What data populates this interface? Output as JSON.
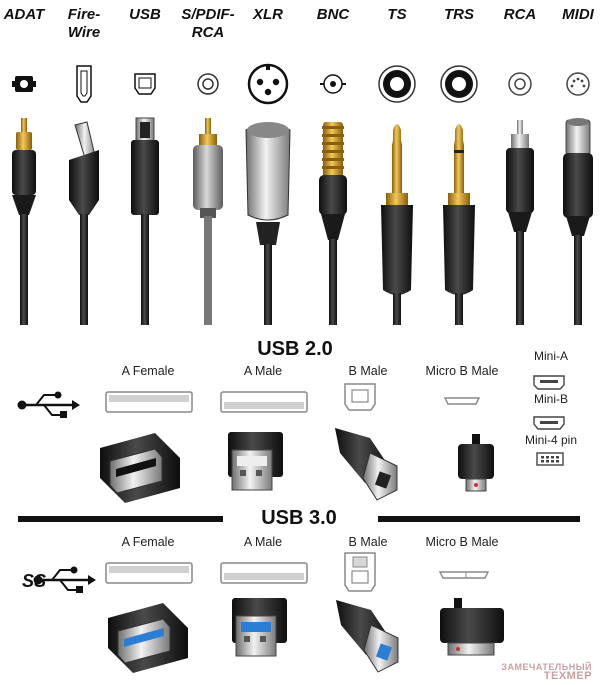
{
  "connectors": [
    {
      "id": "adat",
      "label": "ADAT"
    },
    {
      "id": "firewire",
      "label": "Fire-\nWire"
    },
    {
      "id": "usb",
      "label": "USB"
    },
    {
      "id": "spdif",
      "label": "S/PDIF-\nRCA"
    },
    {
      "id": "xlr",
      "label": "XLR"
    },
    {
      "id": "bnc",
      "label": "BNC"
    },
    {
      "id": "ts",
      "label": "TS"
    },
    {
      "id": "trs",
      "label": "TRS"
    },
    {
      "id": "rca",
      "label": "RCA"
    },
    {
      "id": "midi",
      "label": "MIDI"
    }
  ],
  "usb2": {
    "title": "USB 2.0",
    "types": [
      "A Female",
      "A Male",
      "B Male",
      "Micro B Male"
    ],
    "mini": [
      "Mini-A",
      "Mini-B",
      "Mini-4 pin"
    ]
  },
  "usb3": {
    "title": "USB 3.0",
    "types": [
      "A Female",
      "A Male",
      "B Male",
      "Micro B Male"
    ]
  },
  "watermark": {
    "line1": "ЗАМЕЧАТЕЛЬНЫЙ",
    "line2": "TEXMEP"
  },
  "colors": {
    "gold": "#c8961e",
    "black": "#1a1a1a",
    "usb3_blue": "#2a7fd4",
    "silver": "#bdbdbd"
  }
}
